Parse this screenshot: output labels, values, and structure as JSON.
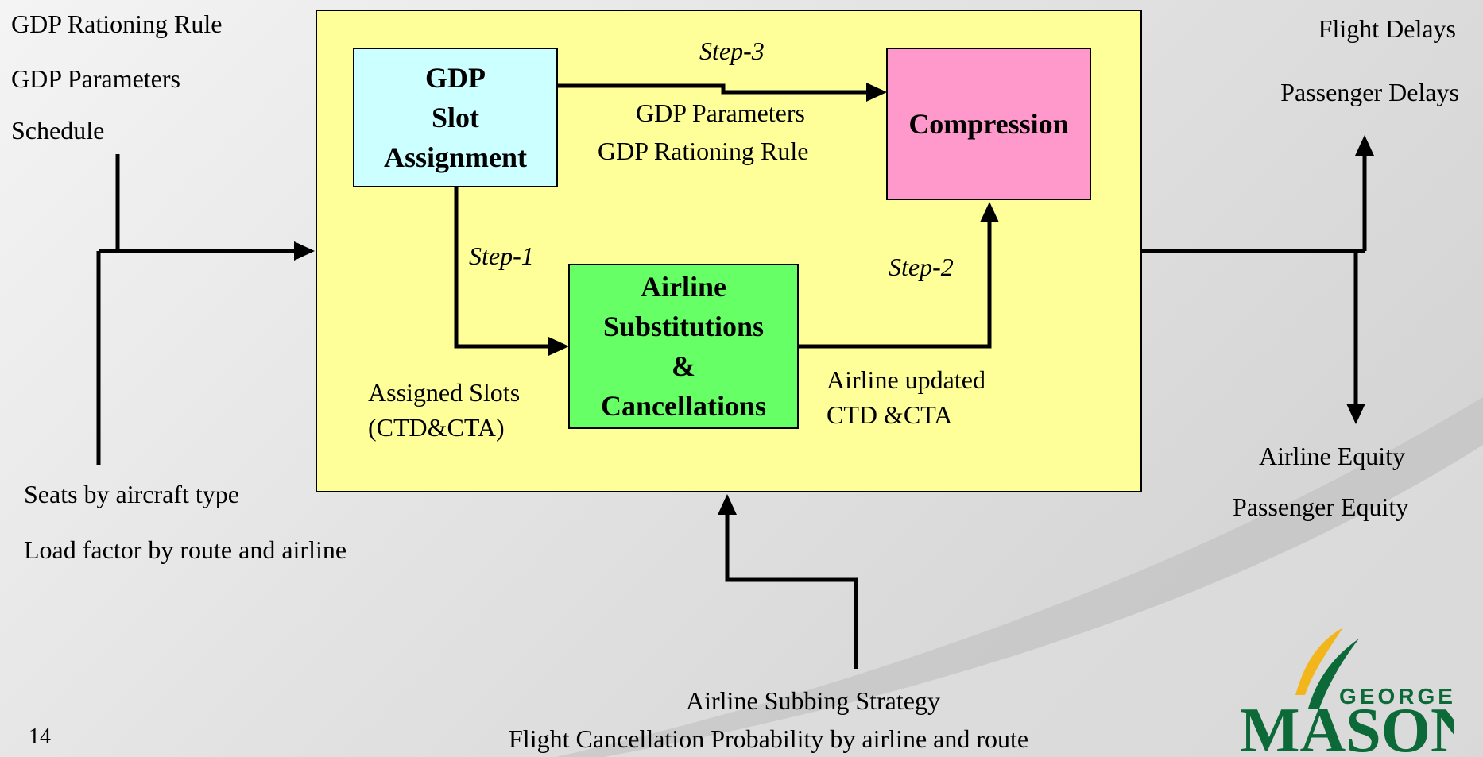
{
  "inputs_top_left": [
    "GDP Rationing Rule",
    "GDP Parameters",
    "Schedule"
  ],
  "inputs_bottom_left": [
    "Seats by aircraft type",
    "Load factor by route and airline"
  ],
  "outputs_top_right": [
    "Flight Delays",
    "Passenger Delays"
  ],
  "outputs_bottom_right": [
    "Airline Equity",
    "Passenger Equity"
  ],
  "inputs_bottom": [
    "Airline Subbing Strategy",
    "Flight Cancellation Probability by airline and route"
  ],
  "boxes": {
    "gdp": [
      "GDP",
      "Slot",
      "Assignment"
    ],
    "compression": "Compression",
    "airline": [
      "Airline",
      "Substitutions",
      "&",
      "Cancellations"
    ]
  },
  "steps": {
    "step1": "Step-1",
    "step2": "Step-2",
    "step3": "Step-3"
  },
  "labels": {
    "gdp_to_compression": [
      "GDP Parameters",
      "GDP Rationing Rule"
    ],
    "assigned_slots": [
      "Assigned Slots",
      "(CTD&CTA)"
    ],
    "airline_updated": [
      "Airline updated",
      "CTD &CTA"
    ]
  },
  "page_number": "14",
  "logo": {
    "line1": "GEORGE",
    "line2": "MASON",
    "green": "#0b6a37",
    "gold": "#f2b51c"
  },
  "colors": {
    "main_box": "#ffff99",
    "gdp_box": "#ccffff",
    "compression_box": "#ff99cc",
    "airline_box": "#66ff66"
  }
}
